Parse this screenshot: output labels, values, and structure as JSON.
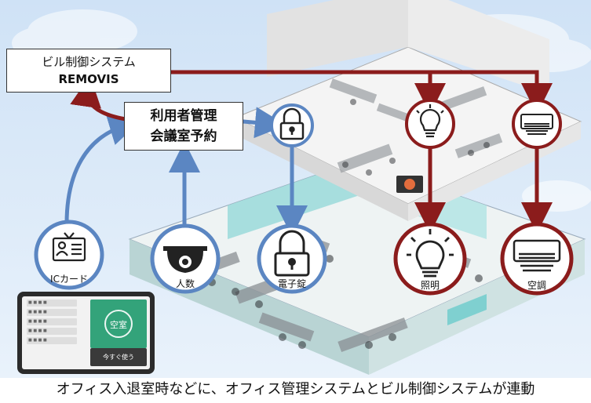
{
  "bms_box": {
    "line1": "ビル制御システム",
    "line2": "REMOVIS"
  },
  "mgmt_box": {
    "line1": "利用者管理",
    "line2": "会議室予約"
  },
  "nodes": {
    "ic_card": "ICカード",
    "people": "人数",
    "lock": "電子錠",
    "light": "照明",
    "aircon": "空調"
  },
  "tablet": {
    "vacant": "空室",
    "use_now": "今すぐ使う",
    "rows": [
      "■ ■ ■ ■",
      "■ ■ ■ ■",
      "■ ■ ■ ■",
      "■ ■ ■ ■",
      "■ ■ ■ ■"
    ]
  },
  "caption": "オフィス入退室時などに、オフィス管理システムとビル制御システムが連動",
  "colors": {
    "blue": "#5b86c2",
    "red": "#8b1c1c",
    "teal": "#9fdcdc",
    "sky": "#d4e6f7"
  },
  "icons": [
    "ic-card-icon",
    "camera-icon",
    "lock-icon",
    "bulb-icon",
    "aircon-icon"
  ]
}
